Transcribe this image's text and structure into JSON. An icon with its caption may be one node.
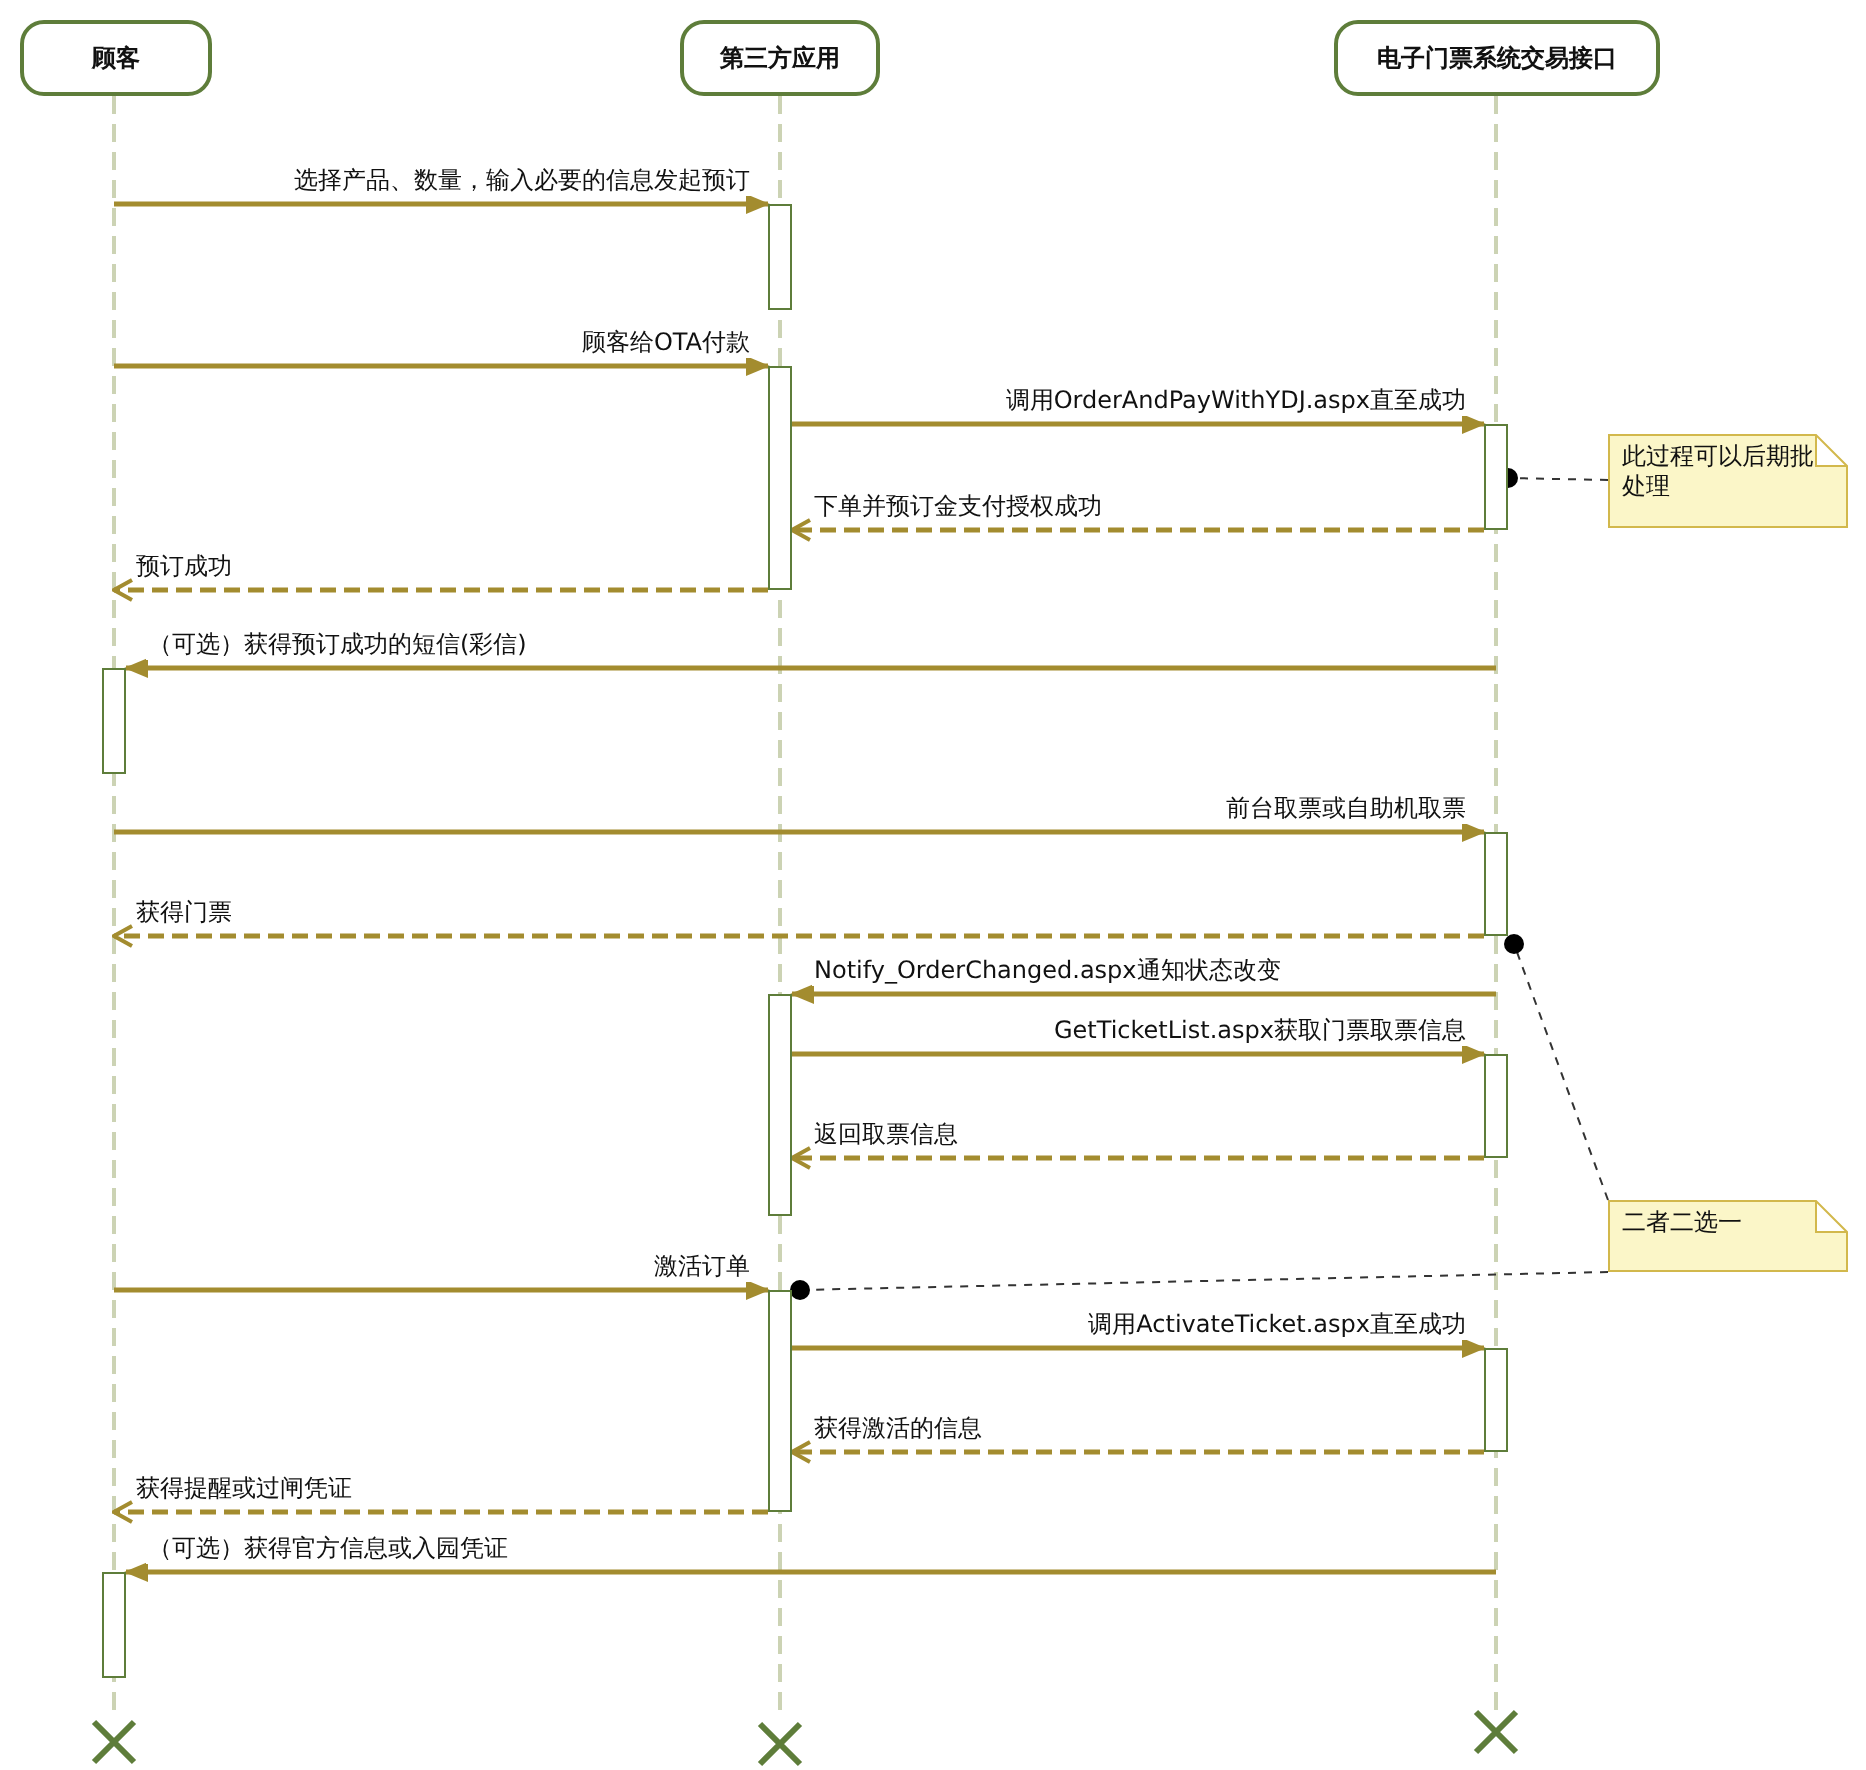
{
  "diagram": {
    "nodes": [
      {
        "text": [
          "顾客"
        ]
      },
      {
        "text": [
          "第三方应用"
        ]
      },
      {
        "text": [
          "电子门票系统交易接口"
        ]
      },
      {
        "text": [],
        "shape": "bar"
      },
      {
        "text": [],
        "shape": "bar"
      },
      {
        "text": [],
        "shape": "bar"
      },
      {
        "text": [],
        "shape": "bar"
      },
      {
        "text": [],
        "shape": "bar"
      },
      {
        "text": [],
        "shape": "bar"
      },
      {
        "text": [],
        "shape": "bar"
      },
      {
        "text": [],
        "shape": "bar"
      },
      {
        "text": [],
        "shape": "bar"
      },
      {
        "text": [],
        "shape": "bar"
      },
      {
        "text": [
          "此过程可以后期批处理"
        ]
      },
      {
        "text": [
          "二者二选一"
        ]
      }
    ],
    "edges": [
      {
        "from": null,
        "to": 3,
        "arrow": "to",
        "label": "选择产品、数量，输入必要的信息发起预订"
      },
      {
        "from": null,
        "to": 4,
        "arrow": "to",
        "label": "顾客给OTA付款"
      },
      {
        "from": 4,
        "to": 5,
        "arrow": "to",
        "label": "调用OrderAndPayWithYDJ.aspx直至成功"
      },
      {
        "from": 5,
        "to": 4,
        "arrow": "to",
        "label": "下单并预订金支付授权成功",
        "style": "dashed"
      },
      {
        "from": 4,
        "to": null,
        "arrow": "to",
        "label": "预订成功",
        "style": "dashed"
      },
      {
        "from": null,
        "to": 6,
        "arrow": "to",
        "label": "（可选）获得预订成功的短信(彩信)"
      },
      {
        "from": null,
        "to": 7,
        "arrow": "to",
        "label": "前台取票或自助机取票"
      },
      {
        "from": 7,
        "to": null,
        "arrow": "to",
        "label": "获得门票",
        "style": "dashed"
      },
      {
        "from": null,
        "to": 8,
        "arrow": "to",
        "label": "Notify_OrderChanged.aspx通知状态改变"
      },
      {
        "from": 8,
        "to": 9,
        "arrow": "to",
        "label": "GetTicketList.aspx获取门票取票信息"
      },
      {
        "from": 9,
        "to": 8,
        "arrow": "to",
        "label": "返回取票信息",
        "style": "dashed"
      },
      {
        "from": null,
        "to": 10,
        "arrow": "to",
        "label": "激活订单"
      },
      {
        "from": 10,
        "to": 11,
        "arrow": "to",
        "label": "调用ActivateTicket.aspx直至成功"
      },
      {
        "from": 11,
        "to": 10,
        "arrow": "to",
        "label": "获得激活的信息",
        "style": "dashed"
      },
      {
        "from": 10,
        "to": null,
        "arrow": "to",
        "label": "获得提醒或过闸凭证",
        "style": "dashed"
      },
      {
        "from": null,
        "to": 12,
        "arrow": "to",
        "label": "（可选）获得官方信息或入园凭证"
      },
      {
        "from": 13,
        "to": 5,
        "arrow": "other",
        "style": "dashed",
        "color": "#333333"
      },
      {
        "from": 14,
        "to": 7,
        "arrow": "other",
        "style": "dashed",
        "color": "#333333"
      },
      {
        "from": 14,
        "to": 10,
        "arrow": "other",
        "style": "dashed",
        "color": "#333333"
      }
    ]
  }
}
